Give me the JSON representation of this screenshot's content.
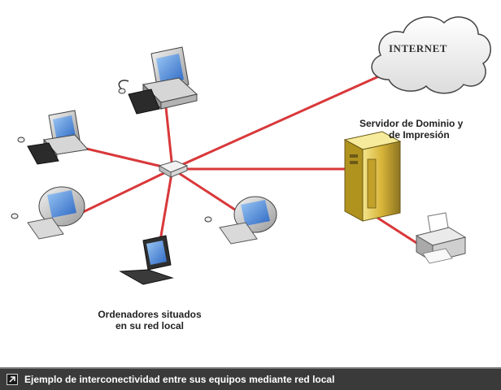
{
  "cloud": {
    "label": "INTERNET"
  },
  "server": {
    "label_line1": "Servidor de Dominio y",
    "label_line2": "de Impresión"
  },
  "local_pcs": {
    "label_line1": "Ordenadores situados",
    "label_line2": "en su red local"
  },
  "caption": {
    "text": "Ejemplo de interconectividad entre sus equipos mediante red local",
    "icon": "resize-arrow-icon"
  },
  "colors": {
    "link": "#d9383a",
    "caption_bg": "#3a3a3a",
    "caption_text": "#ffffff",
    "server_body": "#e6c84a",
    "screen": "#3d7fd8"
  }
}
